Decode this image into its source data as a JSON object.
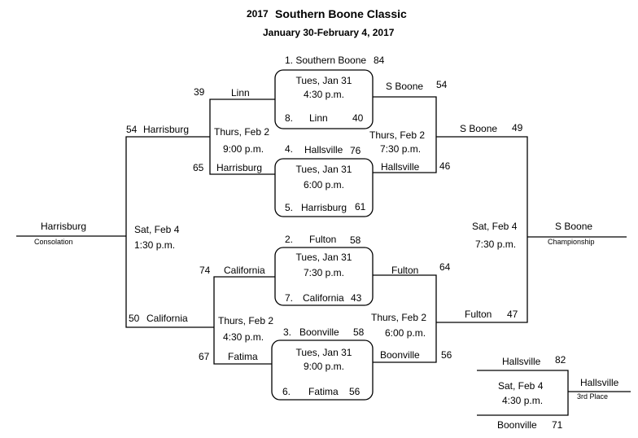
{
  "header": {
    "year": "2017",
    "title": "Southern Boone Classic",
    "dates": "January 30-February 4, 2017"
  },
  "bracket": {
    "g1": {
      "top_team": "1. Southern Boone",
      "top_score": "84",
      "day": "Tues, Jan 31",
      "time": "4:30 p.m.",
      "bot_seed": "8.",
      "bot_team": "Linn",
      "bot_score": "40"
    },
    "g2": {
      "top_seed": "4.",
      "top_team": "Hallsville",
      "top_score": "76",
      "day": "Tues, Jan 31",
      "time": "6:00 p.m.",
      "bot_seed": "5.",
      "bot_team": "Harrisburg",
      "bot_score": "61"
    },
    "g3": {
      "top_seed": "2.",
      "top_team": "Fulton",
      "top_score": "58",
      "day": "Tues, Jan 31",
      "time": "7:30 p.m.",
      "bot_seed": "7.",
      "bot_team": "California",
      "bot_score": "43"
    },
    "g4": {
      "top_seed": "3.",
      "top_team": "Boonville",
      "top_score": "58",
      "day": "Tues, Jan 31",
      "time": "9:00 p.m.",
      "bot_seed": "6.",
      "bot_team": "Fatima",
      "bot_score": "56"
    },
    "lt1": {
      "score": "39",
      "team": "Linn"
    },
    "lt2": {
      "score": "65",
      "team": "Harrisburg"
    },
    "lt_game": {
      "day": "Thurs, Feb 2",
      "time": "9:00 p.m."
    },
    "lb1": {
      "score": "74",
      "team": "California"
    },
    "lb2": {
      "score": "67",
      "team": "Fatima"
    },
    "lb_game": {
      "day": "Thurs, Feb 2",
      "time": "4:30 p.m."
    },
    "cons1": {
      "score": "54",
      "team": "Harrisburg"
    },
    "cons2": {
      "score": "50",
      "team": "California"
    },
    "cons_game": {
      "day": "Sat, Feb 4",
      "time": "1:30 p.m."
    },
    "cons_winner": "Harrisburg",
    "cons_label": "Consolation",
    "rt1": {
      "team": "S Boone",
      "score": "54"
    },
    "rt2": {
      "team": "Hallsville",
      "score": "46"
    },
    "rt_game": {
      "day": "Thurs, Feb 2",
      "time": "7:30 p.m."
    },
    "rb1": {
      "team": "Fulton",
      "score": "64"
    },
    "rb2": {
      "team": "Boonville",
      "score": "56"
    },
    "rb_game": {
      "day": "Thurs, Feb 2",
      "time": "6:00 p.m."
    },
    "champ1": {
      "team": "S Boone",
      "score": "49"
    },
    "champ2": {
      "team": "Fulton",
      "score": "47"
    },
    "champ_game": {
      "day": "Sat, Feb 4",
      "time": "7:30 p.m."
    },
    "champ_winner": "S Boone",
    "champ_label": "Championship",
    "third1": {
      "team": "Hallsville",
      "score": "82"
    },
    "third2": {
      "team": "Boonville",
      "score": "71"
    },
    "third_game": {
      "day": "Sat, Feb 4",
      "time": "4:30 p.m."
    },
    "third_winner": "Hallsville",
    "third_label": "3rd Place"
  }
}
